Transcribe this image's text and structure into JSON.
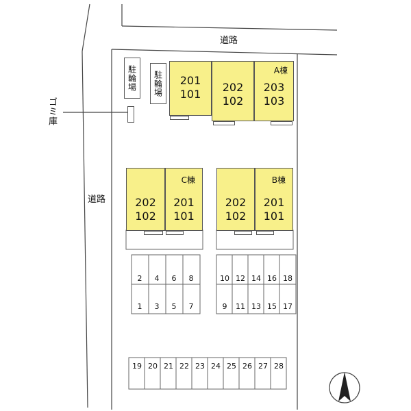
{
  "roads": {
    "top": "道路",
    "left": "道路"
  },
  "trash": "ゴミ庫",
  "bike_parking": [
    "駐輪場",
    "駐輪場"
  ],
  "building_a": {
    "name": "A棟",
    "units": [
      [
        "201",
        "101"
      ],
      [
        "202",
        "102"
      ],
      [
        "203",
        "103"
      ]
    ]
  },
  "building_c": {
    "name": "C棟",
    "units": [
      [
        "202",
        "102"
      ],
      [
        "201",
        "101"
      ]
    ]
  },
  "building_b": {
    "name": "B棟",
    "units": [
      [
        "202",
        "102"
      ],
      [
        "201",
        "101"
      ]
    ]
  },
  "parking_left_top": [
    "2",
    "4",
    "6",
    "8"
  ],
  "parking_left_bottom": [
    "1",
    "3",
    "5",
    "7"
  ],
  "parking_right_top": [
    "10",
    "12",
    "14",
    "16",
    "18"
  ],
  "parking_right_bottom": [
    "9",
    "11",
    "13",
    "15",
    "17"
  ],
  "parking_row_bottom": [
    "19",
    "20",
    "21",
    "22",
    "23",
    "24",
    "25",
    "26",
    "27",
    "28"
  ]
}
